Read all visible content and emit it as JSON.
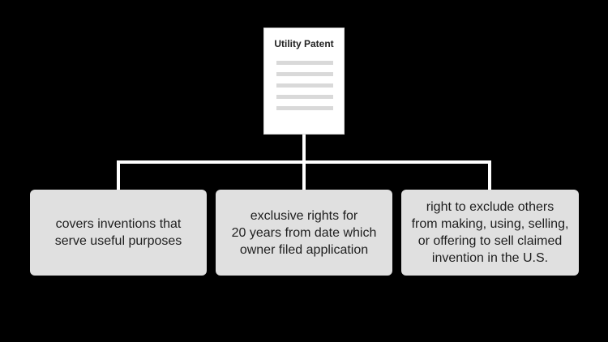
{
  "diagram": {
    "root": {
      "title": "Utility Patent",
      "icon": "document-icon"
    },
    "children": [
      {
        "text": "covers inventions that\nserve useful purposes"
      },
      {
        "text": "exclusive rights for\n20 years from date which\nowner filed application"
      },
      {
        "text": "right to exclude others\nfrom making, using, selling,\nor offering to sell claimed\ninvention in the U.S."
      }
    ]
  },
  "colors": {
    "background": "#000000",
    "connector": "#ffffff",
    "box_fill": "#e0e0e0",
    "document_fill": "#ffffff"
  }
}
